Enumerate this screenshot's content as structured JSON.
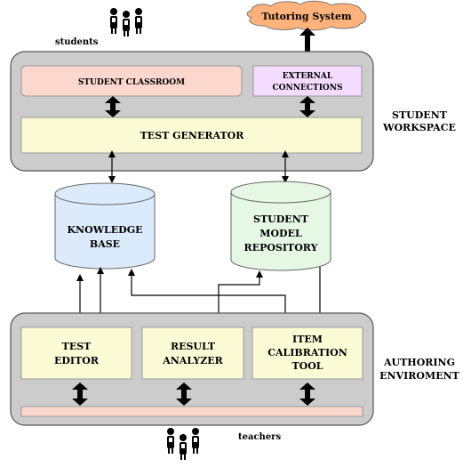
{
  "nodes": {
    "tutoring_system": "Tutoring System",
    "students": "students",
    "teachers": "teachers",
    "student_classroom": "STUDENT CLASSROOM",
    "external_connections": [
      "EXTERNAL",
      "CONNECTIONS"
    ],
    "test_generator": "TEST GENERATOR",
    "student_workspace": [
      "STUDENT",
      "WORKSPACE"
    ],
    "knowledge_base": [
      "KNOWLEDGE",
      "BASE"
    ],
    "student_model_repository": [
      "STUDENT",
      "MODEL",
      "REPOSITORY"
    ],
    "test_editor": [
      "TEST",
      "EDITOR"
    ],
    "result_analyzer": [
      "RESULT",
      "ANALYZER"
    ],
    "item_calibration_tool": [
      "ITEM",
      "CALIBRATION",
      "TOOL"
    ],
    "authoring_environment": [
      "AUTHORING",
      "ENVIROMENT"
    ]
  },
  "colors": {
    "panel": "#cccccc",
    "classroom": "#fbd7cd",
    "external": "#f3dcff",
    "generator": "#fbfbd6",
    "knowledge": "#dcebfb",
    "student_model": "#e4f8e4",
    "authoring_box": "#fbfbd6",
    "teacher_bar": "#fbd7cd",
    "cloud": "#ffb27a"
  }
}
